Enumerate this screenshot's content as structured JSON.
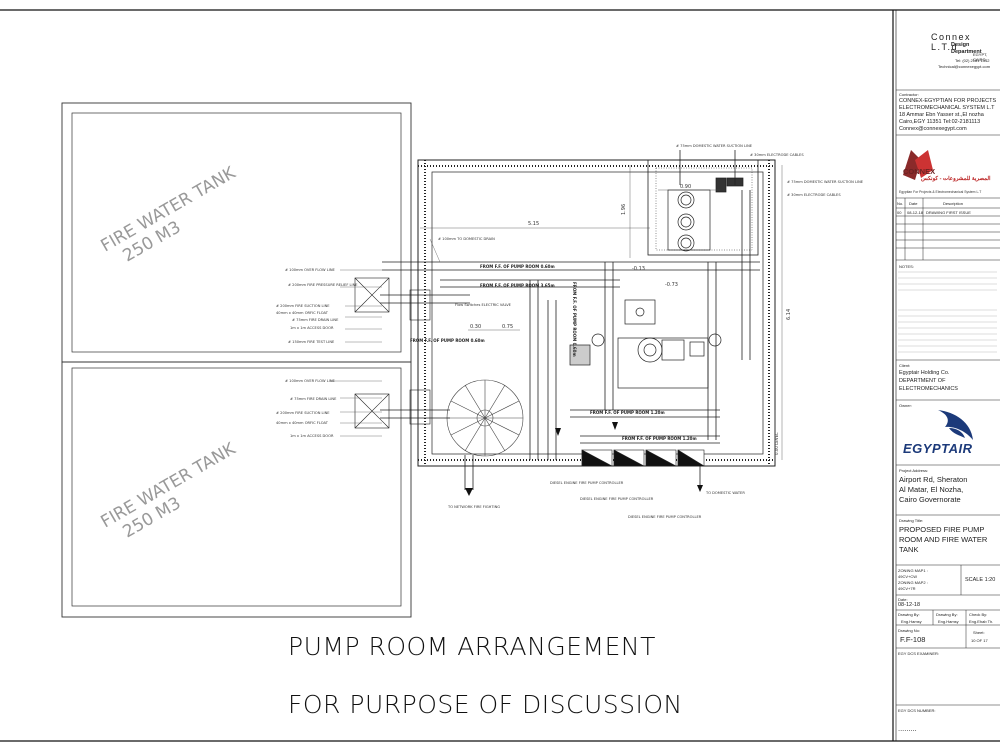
{
  "drawing": {
    "tank_top": {
      "label": "FIRE WATER TANK",
      "capacity": "250 M3"
    },
    "tank_bottom": {
      "label": "FIRE WATER TANK",
      "capacity": "250 M3"
    },
    "caption": {
      "line1": "PUMP ROOM ARRANGEMENT",
      "line2": "FOR PURPOSE OF DISCUSSION"
    },
    "pipe_labels": {
      "top_suction": "# 75mm DOMESTIC WATER SUCTION LINE",
      "electrode": "# 30mm ELECTRODE CABLES",
      "top_suction_right": "# 75mm DOMESTIC WATER SUCTION LINE",
      "electrode_right": "# 30mm ELECTRODE CABLES",
      "domestic_drain": "# 100mm TO DOMESTIC DRAIN",
      "overflow_1": "# 100mm OVER FLOW LINE",
      "pressure_relief": "# 200mm FIRE PRESSURE RELIEF LINE",
      "suction_1": "# 200mm FIRE SUCTION LINE",
      "float_1": "40mm x 40mm ORFIC FLOAT",
      "drain_1": "# 75mm FIRE DRAIN LINE",
      "access_1": "1m x 1m ACCESS DOOR",
      "test_line": "# 150mm FIRE TEST LINE",
      "overflow_2": "# 100mm OVER FLOW LINE",
      "drain_2": "# 75mm FIRE DRAIN LINE",
      "suction_2": "# 200mm FIRE SUCTION LINE",
      "float_2": "40mm x 40mm ORFIC FLOAT",
      "access_2": "1m x 1m ACCESS DOOR",
      "fire_fighting": "TO NETWORK FIRE FIGHTING",
      "controller_1": "DIESEL ENGINE FIRE PUMP CONTROLLER",
      "controller_2": "DIESEL ENGINE FIRE PUMP CONTROLLER",
      "controller_3": "DIESEL ENGINE FIRE PUMP CONTROLLER",
      "domestic_water": "TO DOMESTIC WATER",
      "flow_switch": "Flow Switches ELECTRIC VALVE"
    },
    "room_labels": {
      "pf1": "FROM F.F. OF PUMP ROOM 0.60m",
      "pf2": "FROM F.F. OF PUMP ROOM 3.65m",
      "pf3": "FROM F.F. OF PUMP ROOM 0.60m",
      "pf4": "FROM F.F. OF PUMP ROOM 1.20m",
      "pf5": "FROM F.F. OF PUMP ROOM 1.20m",
      "pf6": "FROM F.F. OF PUMP ROOM 0.60m"
    },
    "dims": {
      "d515": "5.15",
      "d196": "1.96",
      "d090": "0.90",
      "d614": "6.14",
      "d075": "0.75",
      "d030": "0.30",
      "level_top": "-0.73",
      "level_mid": "-0.13",
      "wall_level": "0.00 LEVEL"
    }
  },
  "title_block": {
    "company": "Connex L.T.d",
    "dept": "Design Department",
    "address": "EGYPT, CAIRO",
    "tel": "Tel: (02) 2181 1342",
    "email": "Technical@connexegypt.com",
    "contractor_heading": "Contractor:",
    "contractor_lines": [
      "CONNEX-EGYPTIAN FOR PROJECTS",
      "ELECTROMECHANICAL SYSTEM L.T",
      "18 Ammar Ebn Yasser st.,El nozha",
      "Cairo,EGY 11351 Tel:02-2181113",
      "Connex@connexegypt.com"
    ],
    "logo_text": "CONNEX",
    "logo_arabic": "المصرية للمشروعات - كونكس",
    "logo_sub": "Egyptian For Projects & Electromechanical System L.T",
    "rev_row": {
      "no": "00",
      "date": "08-12-18",
      "desc": "DRAWING FIRST ISSUE"
    },
    "rev_headers": {
      "no": "No.",
      "date": "Date",
      "desc": "Description"
    },
    "notes_heading": "NOTES:",
    "client_heading": "Client:",
    "client_lines": [
      "Egyptair Holding Co.",
      "DEPARTMENT OF",
      "ELECTROMECHANICS"
    ],
    "owner_heading": "Owner:",
    "owner_logo": "EGYPTAIR",
    "project_heading": "Project Address:",
    "project_lines": [
      "Airport Rd, Sheraton",
      "Al Matar, El Nozha,",
      "Cairo Governorate"
    ],
    "drawing_title_heading": "Drawing Title:",
    "drawing_title_lines": [
      "PROPOSED FIRE PUMP",
      "ROOM AND FIRE WATER",
      "TANK"
    ],
    "zoning_lines": [
      "ZONING MAP1 :",
      "49CV+CW",
      "ZONING MAP2 :",
      "49CV+7R"
    ],
    "scale": "SCALE 1:20",
    "date_heading": "Date:",
    "date": "08-12-18",
    "drawn_by_heading": "Drawing By:",
    "drawn_by": "Eng.Hamsy",
    "checked_heading": "Drawing By:",
    "checked": "Eng.Hamsy",
    "check_heading": "Check By:",
    "check": "Eng.Ehab Th.",
    "drawing_no_heading": "Drawing No:",
    "drawing_no": "F.F-108",
    "sheet_heading": "Sheet:",
    "sheet": "10 OF 17",
    "examiner": "EGY DCS EXAMINER:",
    "dcs_number": "EGY DCS NUMBER:",
    "dots": "........."
  }
}
